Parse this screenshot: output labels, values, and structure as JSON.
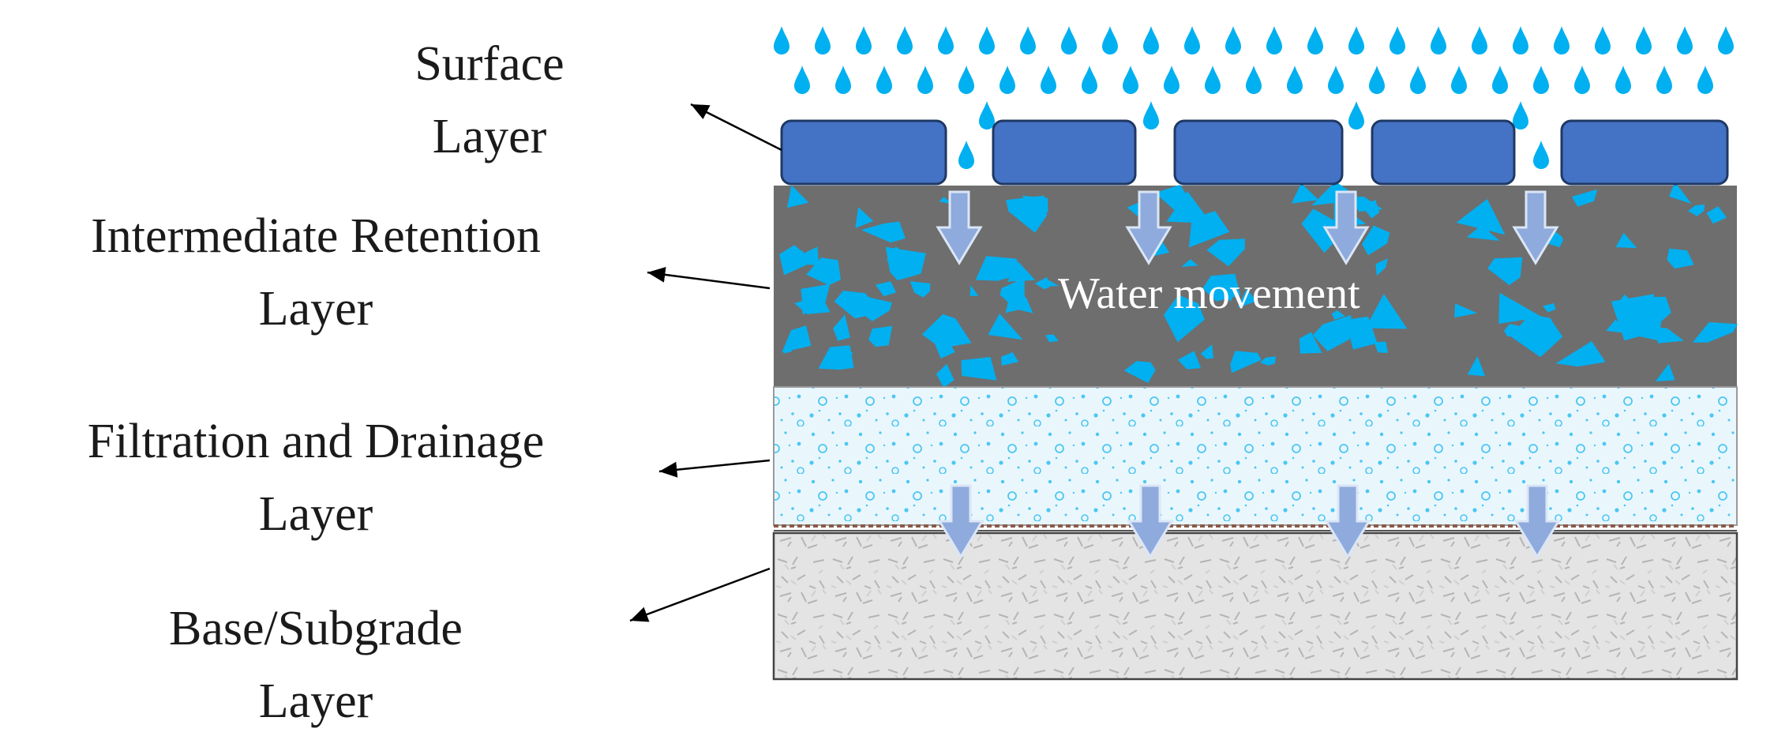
{
  "layers": [
    {
      "id": "surface",
      "line1": "Surface",
      "line2": "Layer"
    },
    {
      "id": "retention",
      "line1": "Intermediate Retention",
      "line2": "Layer"
    },
    {
      "id": "filtration",
      "line1": "Filtration and Drainage",
      "line2": "Layer"
    },
    {
      "id": "base",
      "line1": "Base/Subgrade",
      "line2": "Layer"
    }
  ],
  "flow_label": "Water movement",
  "colors": {
    "paver": "#4472c4",
    "paver_border": "#1f3864",
    "water": "#00b0f0",
    "retention_layer": "#6e6e6e",
    "filtration_bg": "#e6f6fd",
    "base_layer": "#e6e6e6",
    "flow_arrow": "#8faadc"
  },
  "icons": [
    "raindrop-icon",
    "down-arrow-icon",
    "leader-arrow-icon"
  ]
}
